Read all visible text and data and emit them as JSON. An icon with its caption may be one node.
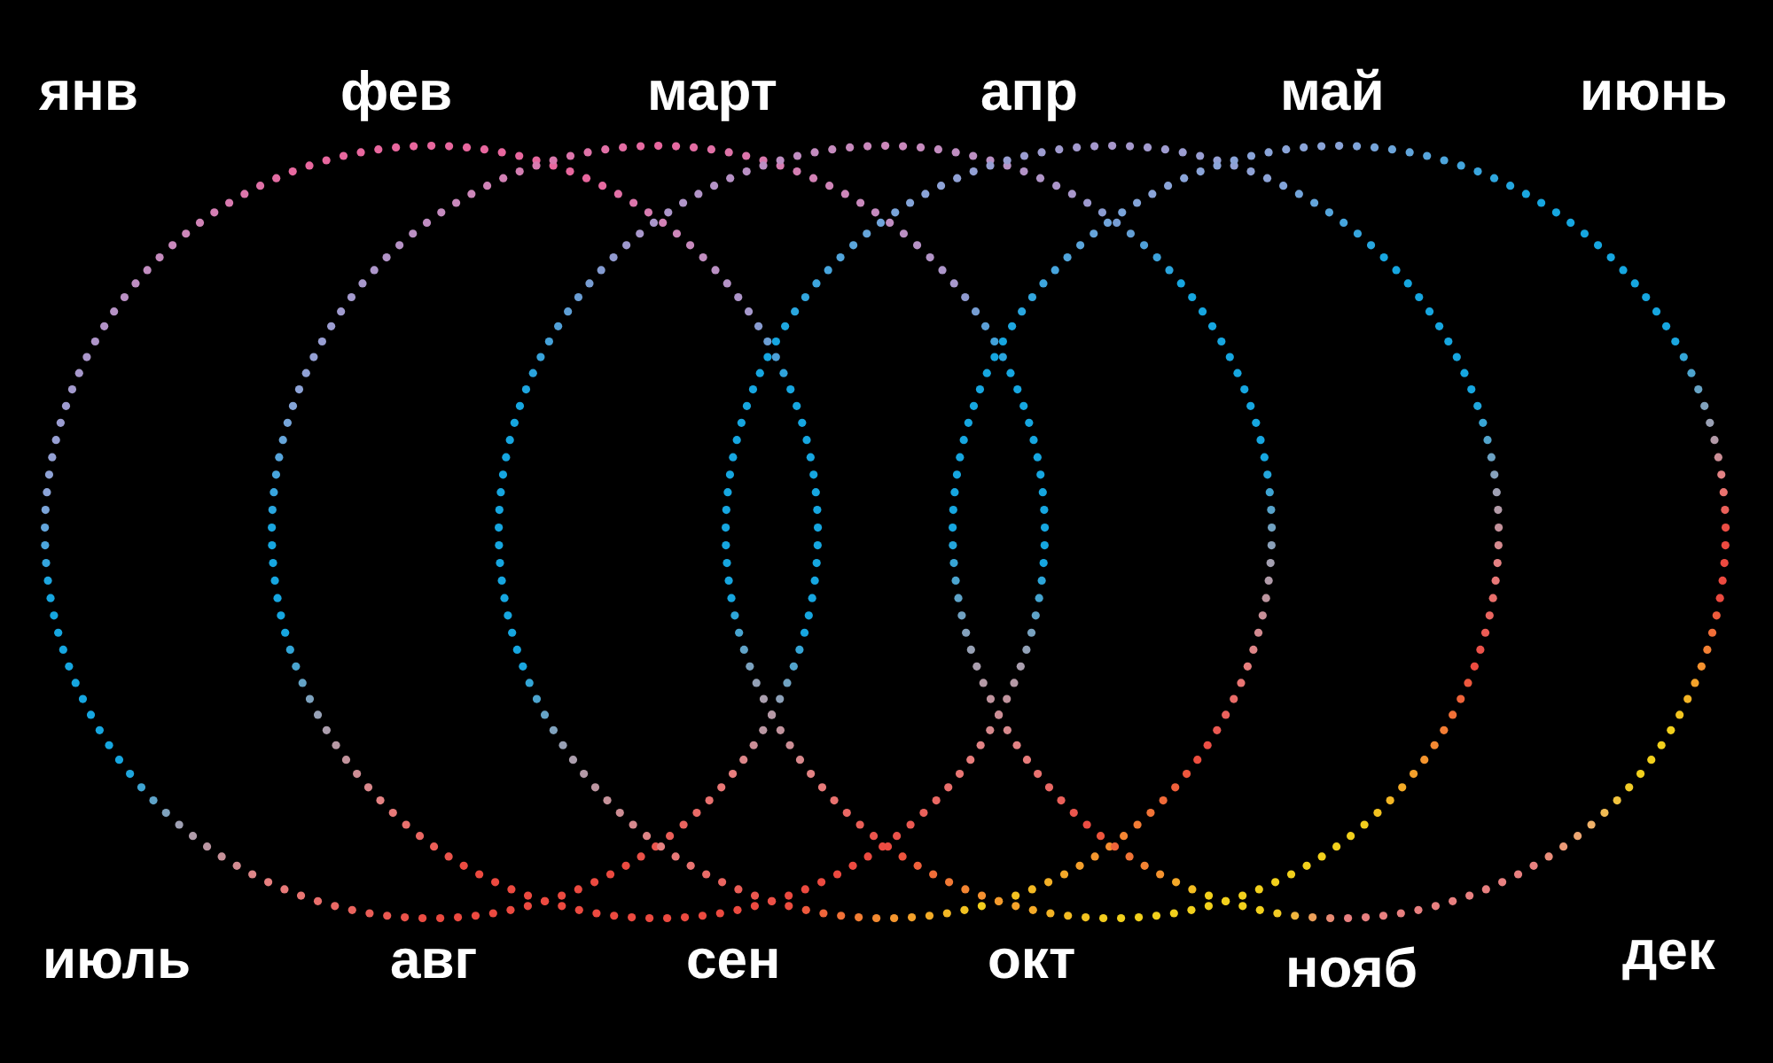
{
  "diagram": {
    "nodes": [
      {
        "text": [],
        "shape": "circle"
      },
      {
        "text": [],
        "shape": "circle"
      },
      {
        "text": [],
        "shape": "circle"
      },
      {
        "text": [],
        "shape": "circle"
      },
      {
        "text": [],
        "shape": "circle"
      }
    ],
    "labels": [
      "янв",
      "фев",
      "март",
      "апр",
      "май",
      "июнь",
      "июль",
      "авг",
      "сен",
      "окт",
      "нояб",
      "дек"
    ]
  }
}
